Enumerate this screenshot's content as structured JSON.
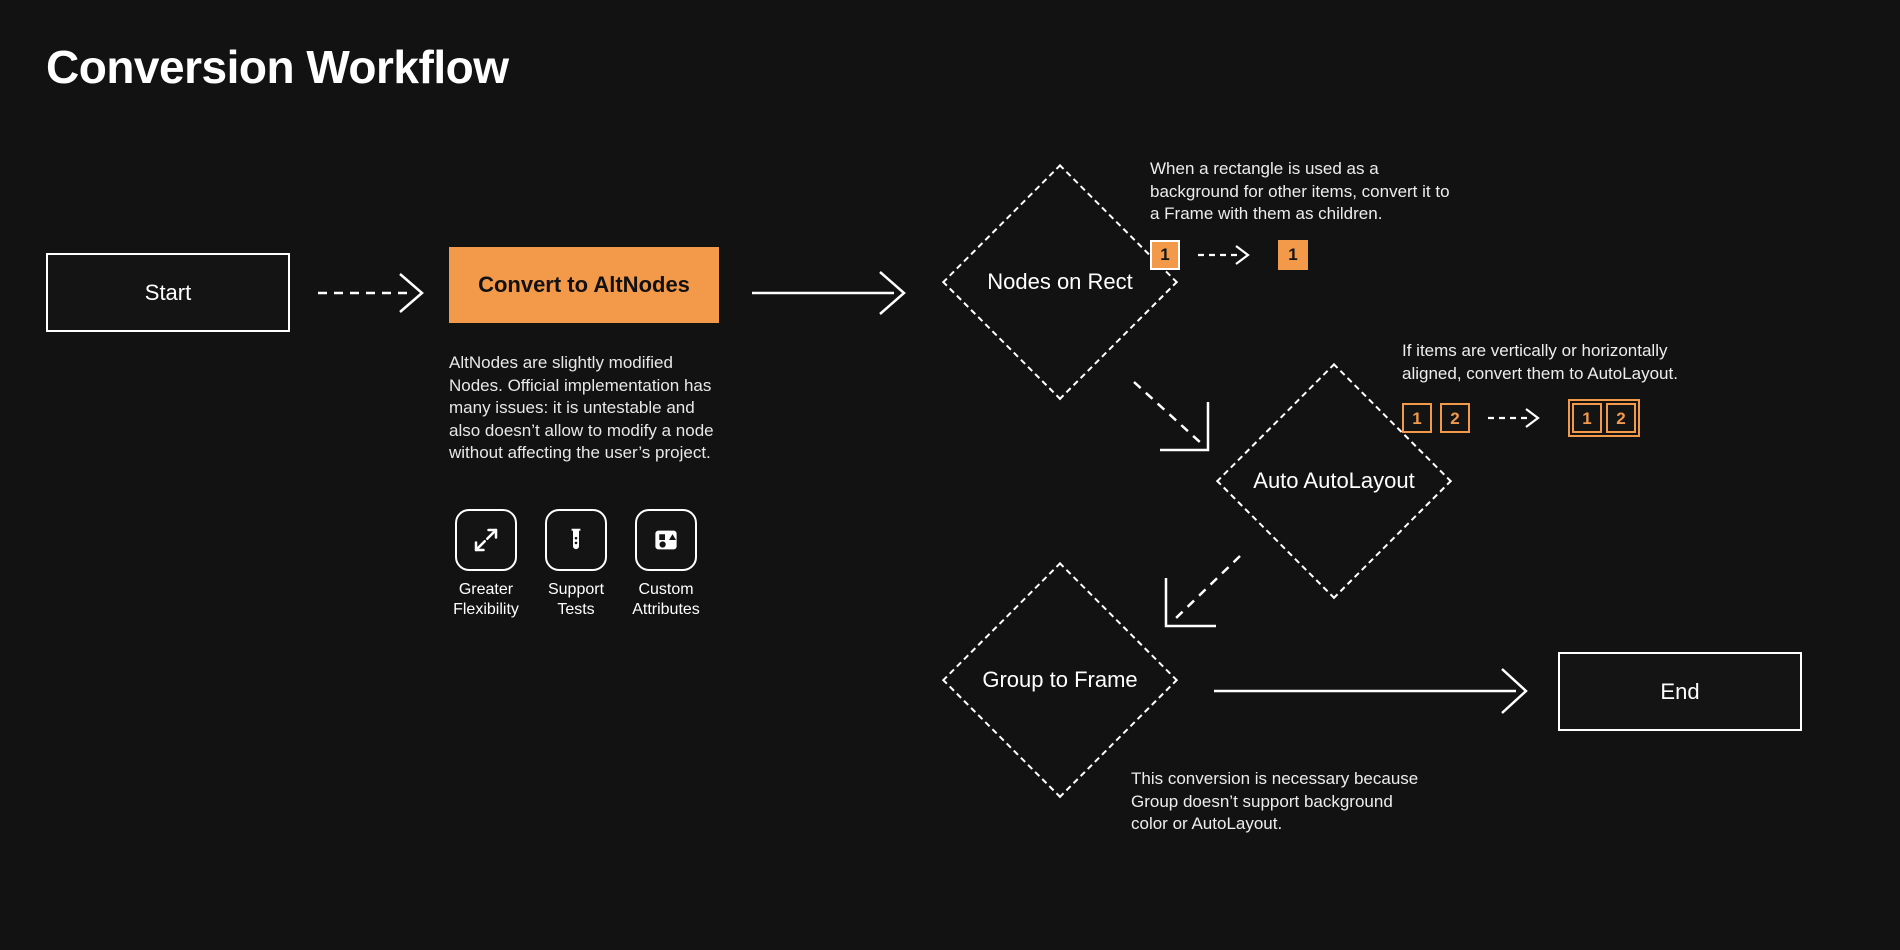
{
  "page": {
    "title": "Conversion Workflow",
    "background_color": "#121212",
    "accent_color": "#F2994A",
    "line_color": "#FFFFFF"
  },
  "nodes": {
    "start": {
      "label": "Start",
      "type": "rect"
    },
    "convert": {
      "label": "Convert to AltNodes",
      "type": "highlight"
    },
    "nodes_on_rect": {
      "label": "Nodes on Rect",
      "type": "diamond"
    },
    "auto_autolayout": {
      "label": "Auto AutoLayout",
      "type": "diamond"
    },
    "group_to_frame": {
      "label": "Group to Frame",
      "type": "diamond"
    },
    "end": {
      "label": "End",
      "type": "rect"
    }
  },
  "description": {
    "body": "AltNodes are slightly modified Nodes. Official implementation has many issues: it is untestable and also doesn’t allow to modify a node without affecting the user’s project.",
    "features": [
      {
        "icon": "expand-arrows-icon",
        "line1": "Greater",
        "line2": "Flexibility"
      },
      {
        "icon": "test-tube-icon",
        "line1": "Support",
        "line2": "Tests"
      },
      {
        "icon": "shapes-icon",
        "line1": "Custom",
        "line2": "Attributes"
      }
    ]
  },
  "annotations": {
    "nodes_on_rect": {
      "text": "When a rectangle is used as a background for other items, convert it to a Frame with them as children.",
      "illustration": {
        "before": [
          {
            "value": "1",
            "style": "solid-white-border"
          }
        ],
        "arrow": "dashed-arrow-right",
        "after": [
          {
            "value": "1",
            "style": "solid-orange-border"
          }
        ]
      }
    },
    "auto_autolayout": {
      "text": "If items are vertically or horizontally aligned, convert them to AutoLayout.",
      "illustration": {
        "before": [
          {
            "value": "1",
            "style": "outline"
          },
          {
            "value": "2",
            "style": "outline"
          }
        ],
        "arrow": "dashed-arrow-right",
        "after_grouped": [
          {
            "value": "1",
            "style": "outline"
          },
          {
            "value": "2",
            "style": "outline"
          }
        ]
      }
    },
    "group_to_frame": {
      "text": "This conversion is necessary because Group doesn’t support background color or AutoLayout."
    }
  },
  "connectors": [
    {
      "name": "start-to-convert",
      "style": "dashed",
      "head": "chevron"
    },
    {
      "name": "convert-to-nodes-on-rect",
      "style": "solid",
      "head": "chevron"
    },
    {
      "name": "nodes-on-rect-to-auto-autolayout",
      "style": "dashed",
      "head": "corner-bracket"
    },
    {
      "name": "auto-autolayout-to-group-to-frame",
      "style": "dashed",
      "head": "corner-bracket"
    },
    {
      "name": "group-to-frame-to-end",
      "style": "solid",
      "head": "chevron"
    }
  ]
}
